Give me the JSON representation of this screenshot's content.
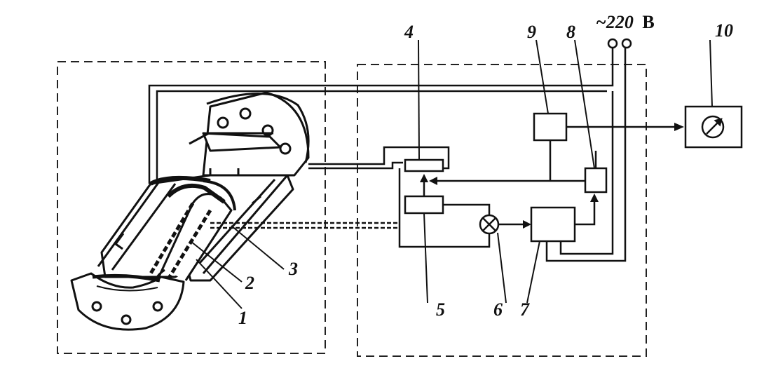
{
  "diagram": {
    "labels": {
      "l1": "1",
      "l2": "2",
      "l3": "3",
      "l4": "4",
      "l5": "5",
      "l6": "6",
      "l7": "7",
      "l8": "8",
      "l9": "9",
      "l10": "10"
    },
    "supply": {
      "value": "~220",
      "unit": "В"
    }
  }
}
